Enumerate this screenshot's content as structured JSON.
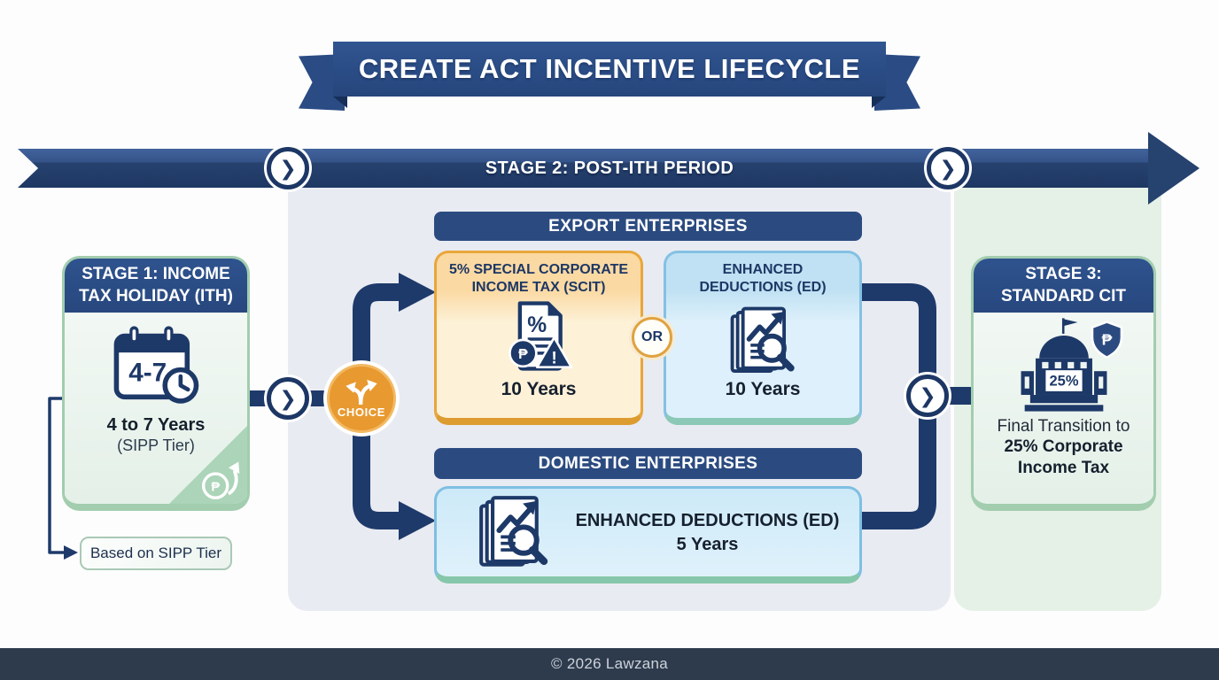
{
  "page": {
    "title_banner": "CREATE ACT INCENTIVE LIFECYCLE",
    "footer": "© 2026 Lawzana"
  },
  "timeline": {
    "stage2_label": "STAGE 2: POST-ITH PERIOD"
  },
  "stage1": {
    "header": "STAGE 1: INCOME TAX HOLIDAY (ITH)",
    "calendar_value": "4-7",
    "duration": "4 to 7 Years",
    "duration_note": "(SIPP Tier)",
    "footnote": "Based on SIPP Tier"
  },
  "choice": {
    "label": "CHOICE"
  },
  "export_enterprises": {
    "header": "EXPORT ENTERPRISES",
    "scit": {
      "title": "5% SPECIAL CORPORATE INCOME TAX (SCIT)",
      "duration": "10 Years"
    },
    "or_label": "OR",
    "ed": {
      "title": "ENHANCED DEDUCTIONS (ED)",
      "duration": "10 Years"
    }
  },
  "domestic_enterprises": {
    "header": "DOMESTIC ENTERPRISES",
    "ed": {
      "title": "ENHANCED DEDUCTIONS (ED)",
      "duration": "5 Years"
    }
  },
  "stage3": {
    "header": "STAGE 3: STANDARD CIT",
    "building_value": "25%",
    "caption_line1": "Final Transition to",
    "caption_line2": "25% Corporate Income Tax"
  },
  "icons": {
    "chevron_glyph": "❯",
    "peso_glyph": "₱",
    "percent_glyph": "%",
    "alert_glyph": "!"
  },
  "colors": {
    "navy": "#1e3a6b",
    "ribbon_blue": "#2c508c",
    "header_blue": "#2b4b80",
    "orange": "#e8992f",
    "scit_header": "#fbd9a2",
    "scit_body": "#fdf1d7",
    "ed_header": "#bfe1f3",
    "ed_body": "#def0fb",
    "mint": "#e7f2ea",
    "green_border": "#a2cdae",
    "panel_gray": "#e9ebf2",
    "panel_green": "#e5f0e7",
    "footer_bg": "#2e3b4d"
  }
}
